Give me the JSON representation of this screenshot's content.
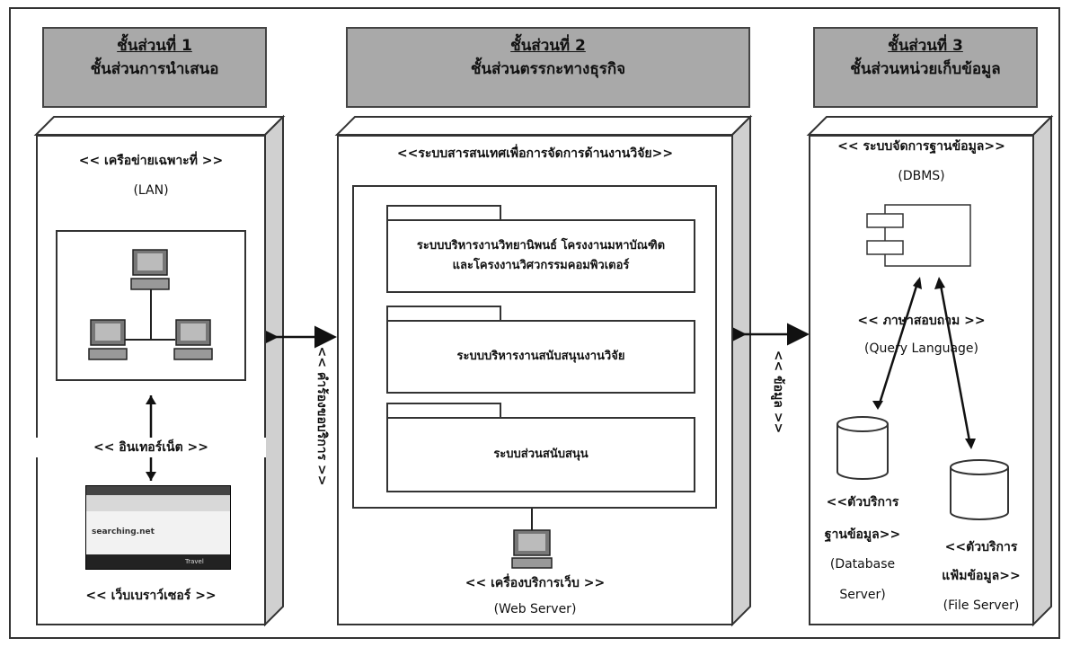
{
  "tiers": [
    {
      "title": "ชั้นส่วนที่ 1",
      "subtitle": "ชั้นส่วนการนำเสนอ"
    },
    {
      "title": "ชั้นส่วนที่ 2",
      "subtitle": "ชั้นส่วนตรรกะทางธุรกิจ"
    },
    {
      "title": "ชั้นส่วนที่ 3",
      "subtitle": "ชั้นส่วนหน่วยเก็บข้อมูล"
    }
  ],
  "tier1": {
    "lan_label": "<< เครือข่ายเฉพาะที่ >>",
    "lan_sub": "(LAN)",
    "internet_label": "<< อินเทอร์เน็ต >>",
    "browser_label": "<< เว็บเบราว์เซอร์ >>",
    "browser_site": "searching.net",
    "browser_travel": "Travel"
  },
  "connector_left": "<< คำร้องขอบริการ >>",
  "connector_right": "<< ข้อมูล >>",
  "tier2": {
    "system_label": "<<ระบบสารสนเทศเพื่อการจัดการด้านงานวิจัย>>",
    "packages": [
      {
        "line1": "ระบบบริหารงานวิทยานิพนธ์ โครงงานมหาบัณฑิต",
        "line2": "และโครงงานวิศวกรรมคอมพิวเตอร์"
      },
      {
        "line1": "ระบบบริหารงานสนับสนุนงานวิจัย",
        "line2": ""
      },
      {
        "line1": "ระบบส่วนสนับสนุน",
        "line2": ""
      }
    ],
    "server_label": "<< เครื่องบริการเว็บ >>",
    "server_sub": "(Web Server)"
  },
  "tier3": {
    "dbms_label": "<< ระบบจัดการฐานข้อมูล>>",
    "dbms_sub": "(DBMS)",
    "query_label": "<< ภาษาสอบถาม >>",
    "query_sub": "(Query Language)",
    "db_line1": "<<ตัวบริการ",
    "db_line2": "ฐานข้อมูล>>",
    "db_line3": "(Database",
    "db_line4": "Server)",
    "fs_line1": "<<ตัวบริการ",
    "fs_line2": "แฟ้มข้อมูล>>",
    "fs_line3": "(File Server)"
  },
  "colors": {
    "header_fill": "#a9a9a9",
    "side_fill": "#d0d0d0"
  }
}
